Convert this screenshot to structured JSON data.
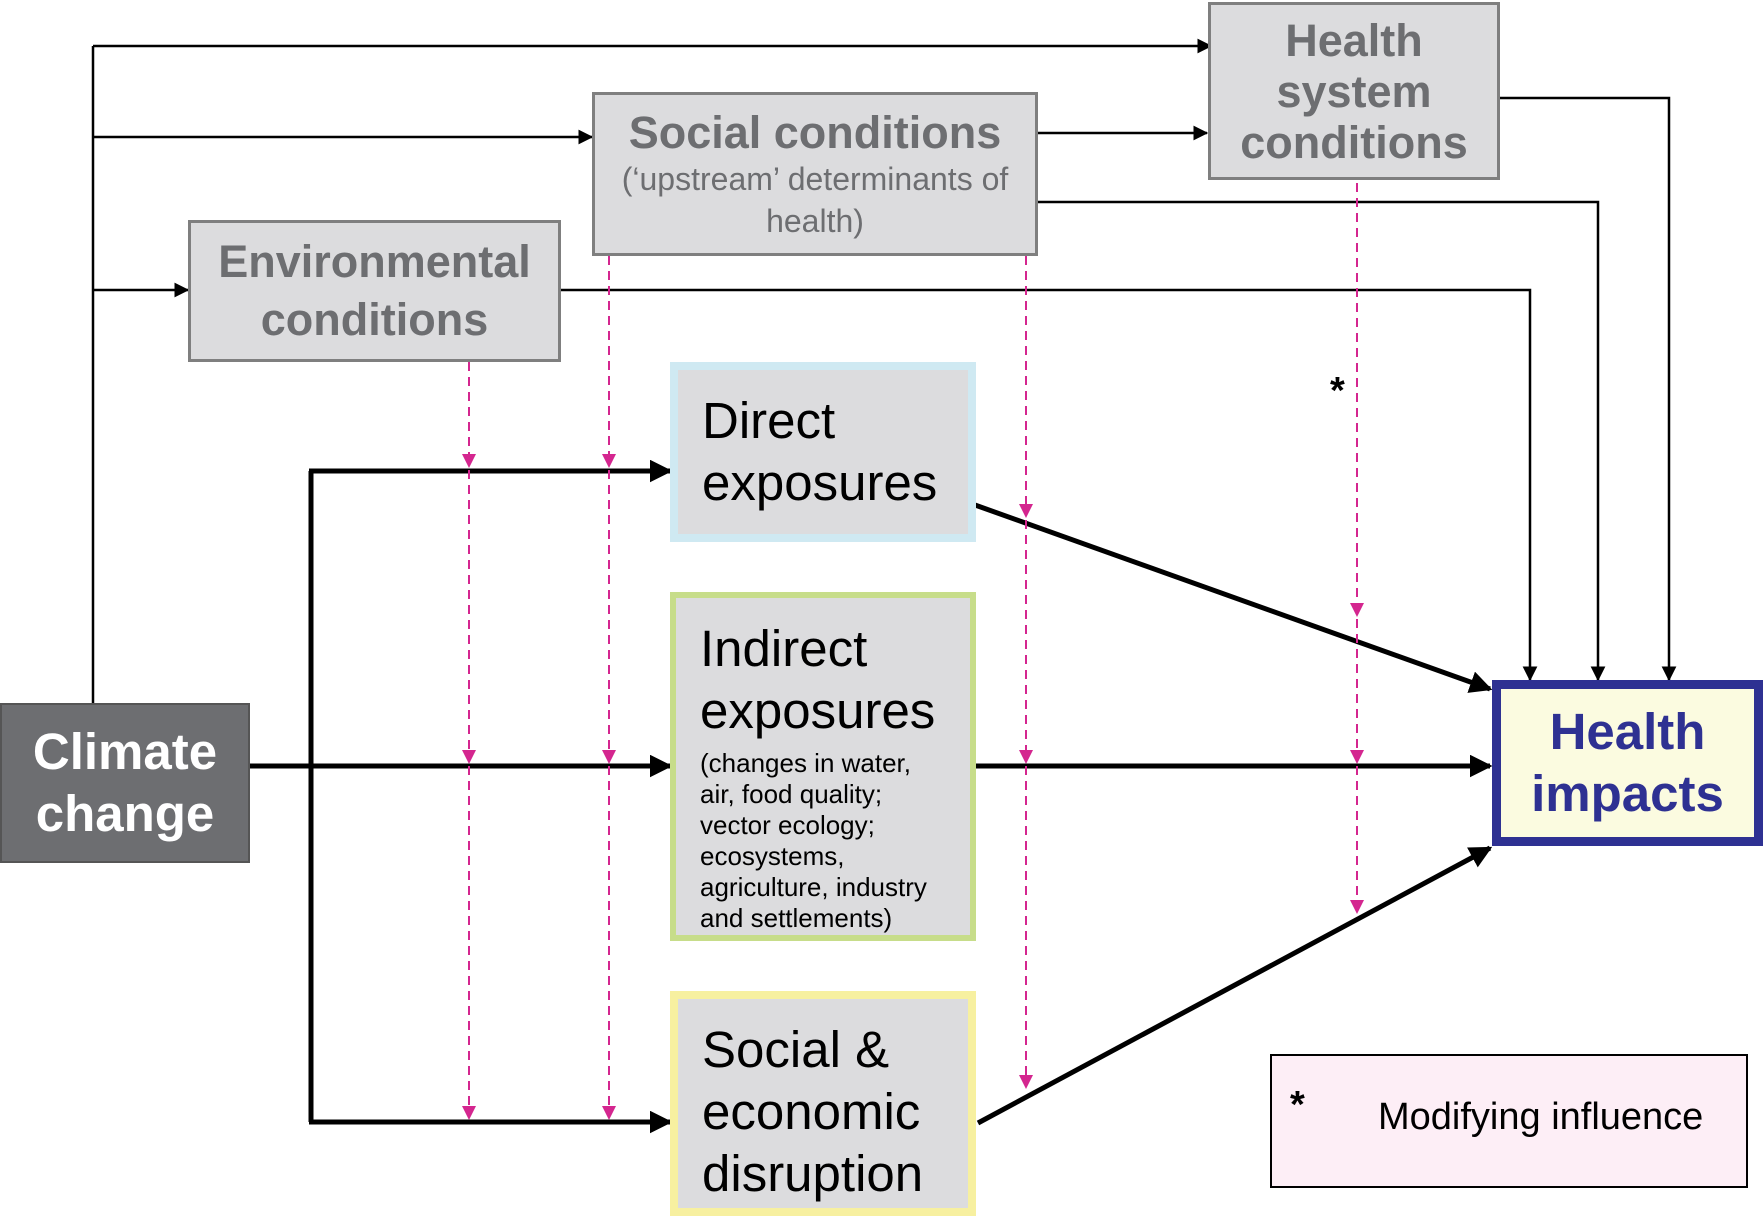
{
  "nodes": {
    "climate_change": "Climate change",
    "environmental": "Environmental conditions",
    "social_conditions_title": "Social conditions",
    "social_conditions_sub": "(‘upstream’ determinants of health)",
    "health_system": "Health system conditions",
    "direct": "Direct exposures",
    "indirect_title": "Indirect exposures",
    "indirect_sub": "(changes in water, air, food quality; vector ecology; ecosystems, agriculture, industry and settlements)",
    "social_economic": "Social & economic disruption",
    "health_impacts": "Health impacts"
  },
  "annotations": {
    "asterisk": "*"
  },
  "legend": {
    "symbol": "*",
    "label": "Modifying influence"
  },
  "colors": {
    "climate_box": "#6d6e71",
    "condition_fill": "#dcdcde",
    "condition_text": "#6d6e71",
    "direct_border": "#cfe9f2",
    "indirect_border": "#c7dd8a",
    "social_border": "#f7f0a0",
    "impacts_border": "#2e3192",
    "impacts_fill": "#fbfbe0",
    "modifier": "#d4268f",
    "legend_fill": "#fdeef6"
  }
}
